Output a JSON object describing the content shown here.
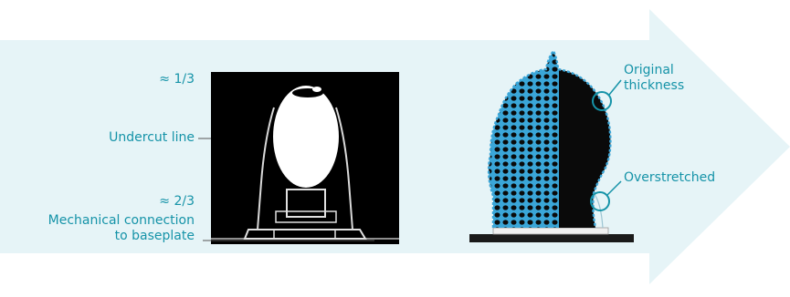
{
  "colors": {
    "arrow_fill": "#e6f4f7",
    "accent": "#1593a8",
    "mesh": "#3aa6d8",
    "photo_bg": "#000000"
  },
  "left_labels": {
    "one_third": "≈ 1/3",
    "undercut": "Undercut line",
    "two_thirds": "≈ 2/3",
    "mechanical_line1": "Mechanical connection",
    "mechanical_line2": "to baseplate"
  },
  "right_labels": {
    "original_line1": "Original",
    "original_line2": "thickness",
    "overstretched": "Overstretched"
  }
}
